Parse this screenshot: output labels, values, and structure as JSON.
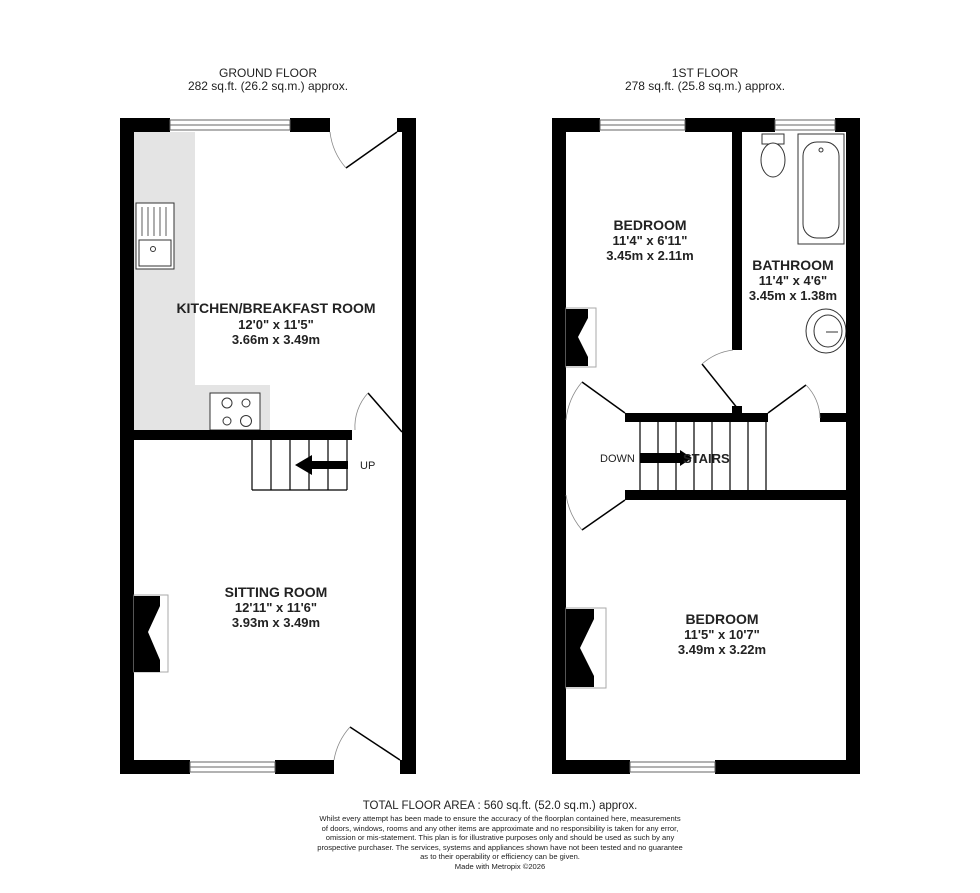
{
  "ground_floor": {
    "title": "GROUND FLOOR",
    "area": "282 sq.ft. (26.2 sq.m.) approx.",
    "rooms": [
      {
        "name": "KITCHEN/BREAKFAST ROOM",
        "imperial": "12'0\"  x 11'5\"",
        "metric": "3.66m  x 3.49m"
      },
      {
        "name": "SITTING ROOM",
        "imperial": "12'11\"  x 11'6\"",
        "metric": "3.93m  x 3.49m"
      }
    ],
    "stairs_label": "UP"
  },
  "first_floor": {
    "title": "1ST FLOOR",
    "area": "278 sq.ft. (25.8 sq.m.) approx.",
    "rooms": [
      {
        "name": "BEDROOM",
        "imperial": "11'4\"  x 6'11\"",
        "metric": "3.45m  x 2.11m"
      },
      {
        "name": "BATHROOM",
        "imperial": "11'4\"  x 4'6\"",
        "metric": "3.45m  x 1.38m"
      },
      {
        "name": "BEDROOM",
        "imperial": "11'5\"  x 10'7\"",
        "metric": "3.49m  x 3.22m"
      }
    ],
    "stairs_label": "STAIRS",
    "down_label": "DOWN"
  },
  "footer": {
    "total": "TOTAL FLOOR AREA : 560 sq.ft. (52.0 sq.m.) approx.",
    "disclaimer": [
      "Whilst every attempt has been made to ensure the accuracy of the floorplan contained here, measurements",
      "of doors, windows, rooms and any other items are approximate and no responsibility is taken for any error,",
      "omission or mis-statement. This plan is for illustrative purposes only and should be used as such by any",
      "prospective purchaser. The services, systems and appliances shown have not been tested and no guarantee",
      "as to their operability or efficiency can be given."
    ],
    "credit": "Made with Metropix ©2026"
  },
  "colors": {
    "wall": "#000000",
    "counter": "#e4e4e4",
    "text": "#222222"
  }
}
